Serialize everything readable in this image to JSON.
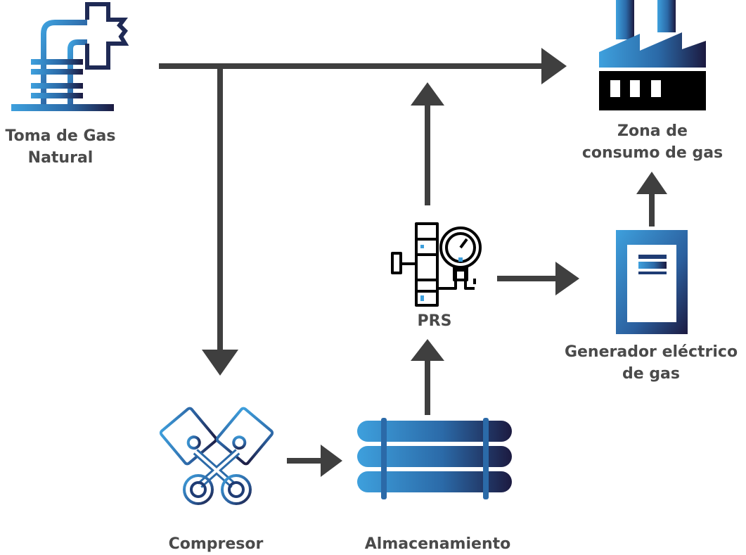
{
  "nodes": {
    "toma_gas": {
      "line1": "Toma de Gas",
      "line2": "Natural",
      "icon": "gas-intake-pipe-icon"
    },
    "zona_consumo": {
      "line1": "Zona de",
      "line2": "consumo de gas",
      "icon": "factory-icon"
    },
    "prs": {
      "label": "PRS",
      "icon": "pressure-regulator-icon"
    },
    "generador": {
      "line1": "Generador eléctrico",
      "line2": "de gas",
      "icon": "gas-generator-icon"
    },
    "compresor": {
      "label": "Compresor",
      "icon": "compressor-pistons-icon"
    },
    "almacenamiento": {
      "label": "Almacenamiento",
      "icon": "storage-tanks-icon"
    }
  },
  "edges": [
    {
      "from": "toma_gas",
      "to": "zona_consumo"
    },
    {
      "from": "toma_gas",
      "to": "compresor"
    },
    {
      "from": "compresor",
      "to": "almacenamiento"
    },
    {
      "from": "almacenamiento",
      "to": "prs"
    },
    {
      "from": "prs",
      "to": "zona_consumo"
    },
    {
      "from": "prs",
      "to": "generador"
    },
    {
      "from": "generador",
      "to": "zona_consumo"
    }
  ],
  "colors": {
    "gradient_start": "#2f8fd0",
    "gradient_mid": "#2a5f9a",
    "gradient_end": "#1c1a40",
    "arrow": "#3f3f3f",
    "label_text": "#4a4a4a",
    "factory_black": "#000000"
  }
}
